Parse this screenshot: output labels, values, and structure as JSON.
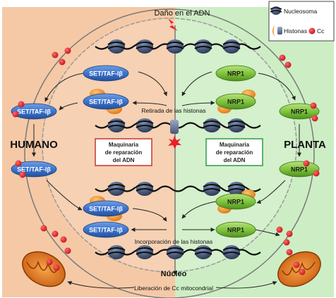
{
  "top_label": "Daño en el ADN",
  "legend": {
    "nucleosome": "Nucleosoma",
    "histones": "Histonas",
    "cc": "Cc"
  },
  "left_region": "HUMANO",
  "right_region": "PLANTA",
  "human_protein": "SET/TAF-Iβ",
  "plant_protein": "NRP1",
  "eviction_label": "Retirada de las histonas",
  "repair_human": [
    "Maquinaria",
    "de reparación",
    "del ADN"
  ],
  "repair_plant": [
    "Maquinaria",
    "de reparación",
    "del ADN"
  ],
  "incorporation_label": "Incorporación de las histonas",
  "nucleus_label": "Núcleo",
  "release_label": "Liberación de Cc mitocondrial",
  "colors": {
    "human_bg": "#f5c9a6",
    "plant_bg": "#cdeec4",
    "human_protein": "#3a70c9",
    "plant_protein": "#7cc23a",
    "histone": "#f28c1e",
    "cc": "#e8202a",
    "repair_human_border": "#c0392b",
    "repair_plant_border": "#2e9a48"
  }
}
